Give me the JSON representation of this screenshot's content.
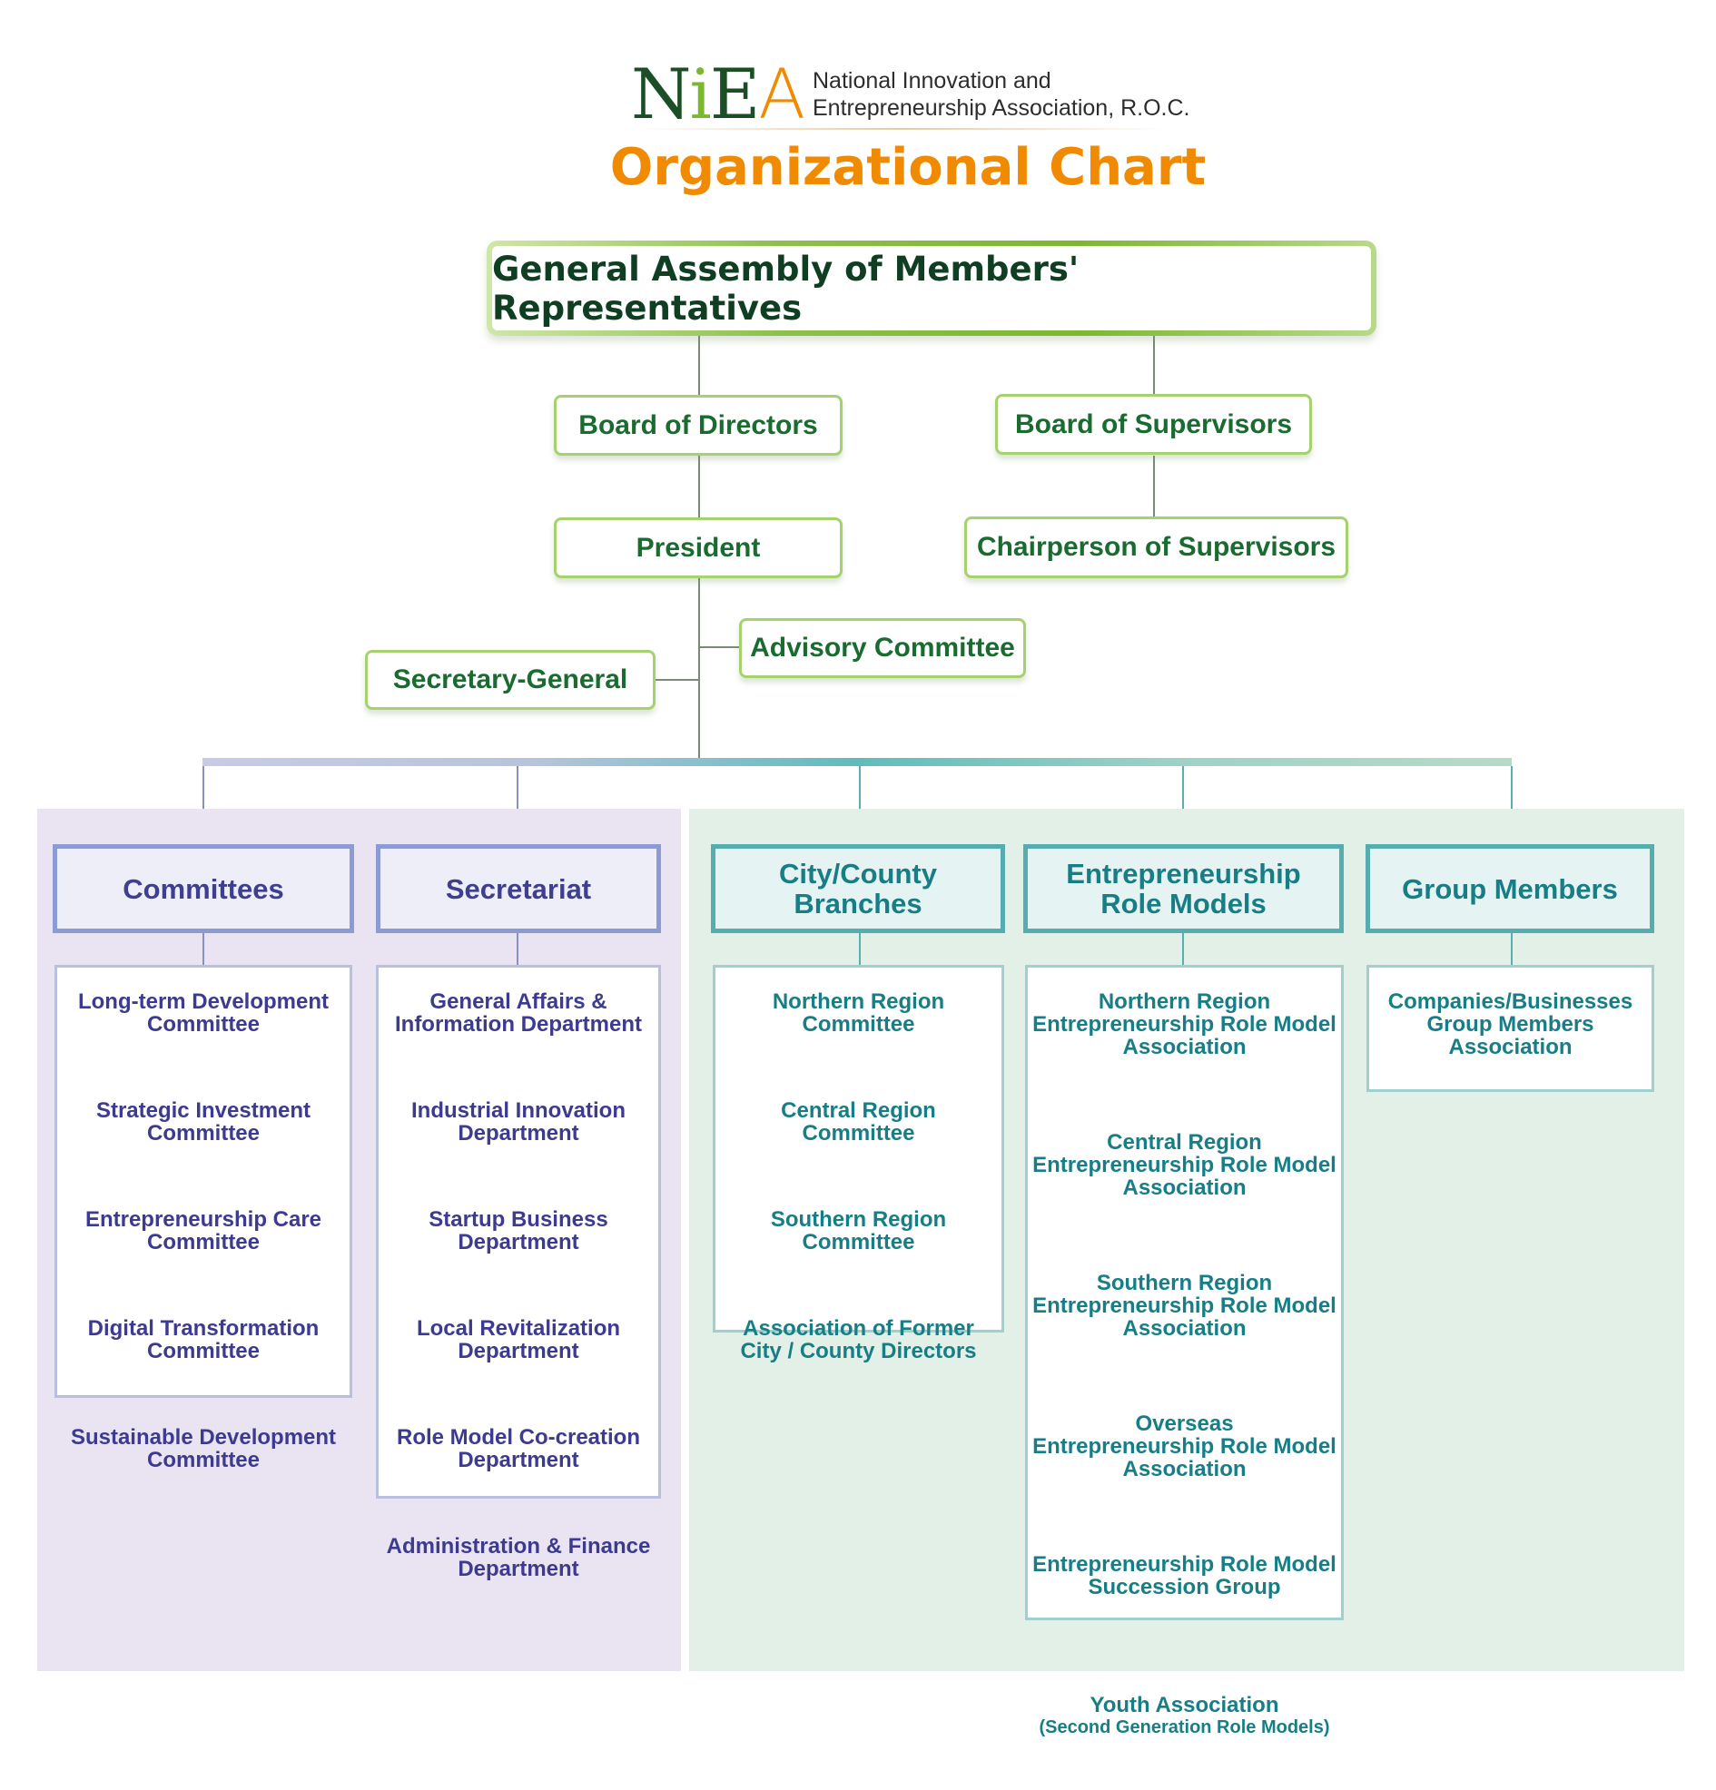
{
  "header": {
    "logo_text": "NiEA",
    "org_name_line1": "National  Innovation and",
    "org_name_line2": "Entrepreneurship Association, R.O.C.",
    "title": "Organizational Chart"
  },
  "top": {
    "assembly": "General Assembly of Members' Representatives",
    "board_directors": "Board of Directors",
    "board_supervisors": "Board of Supervisors",
    "president": "President",
    "chair_supervisors": "Chairperson of Supervisors",
    "advisory": "Advisory Committee",
    "secretary_general": "Secretary-General"
  },
  "colors": {
    "title_orange": "#f08a00",
    "dark_green": "#103e22",
    "box_green_border": "#a5d26e",
    "purple_text": "#3e3f8f",
    "teal_text": "#177e86",
    "purple_panel": "#eae4f2",
    "teal_panel": "#e3f0e8"
  },
  "sections": {
    "committees": {
      "title": "Committees",
      "items": [
        [
          "Long-term Development",
          "Committee"
        ],
        [
          "Strategic Investment",
          "Committee"
        ],
        [
          "Entrepreneurship Care",
          "Committee"
        ],
        [
          "Digital Transformation",
          "Committee"
        ],
        [
          "Sustainable Development",
          "Committee"
        ]
      ]
    },
    "secretariat": {
      "title": "Secretariat",
      "items": [
        [
          "General Affairs &",
          "Information Department"
        ],
        [
          "Industrial Innovation",
          "Department"
        ],
        [
          "Startup Business",
          "Department"
        ],
        [
          "Local Revitalization",
          "Department"
        ],
        [
          "Role Model Co-creation",
          "Department"
        ],
        [
          "Administration & Finance",
          "Department"
        ]
      ]
    },
    "branches": {
      "title": "City/County Branches",
      "items": [
        [
          "Northern Region",
          "Committee"
        ],
        [
          "Central Region",
          "Committee"
        ],
        [
          "Southern Region",
          "Committee"
        ],
        [
          "Association of Former",
          "City / County Directors"
        ]
      ]
    },
    "role_models": {
      "title_line1": "Entrepreneurship",
      "title_line2": "Role Models",
      "items": [
        [
          "Northern Region",
          "Entrepreneurship Role Model",
          "Association"
        ],
        [
          "Central Region",
          "Entrepreneurship Role Model",
          "Association"
        ],
        [
          "Southern Region",
          "Entrepreneurship Role Model",
          "Association"
        ],
        [
          "Overseas",
          "Entrepreneurship Role Model",
          "Association"
        ],
        [
          "Entrepreneurship Role Model",
          "Succession Group"
        ],
        [
          "Youth Association",
          "(Second Generation Role Models)"
        ]
      ]
    },
    "group_members": {
      "title": "Group Members",
      "items": [
        [
          "Companies/Businesses"
        ],
        [
          "Group Members",
          "Association"
        ]
      ]
    }
  }
}
